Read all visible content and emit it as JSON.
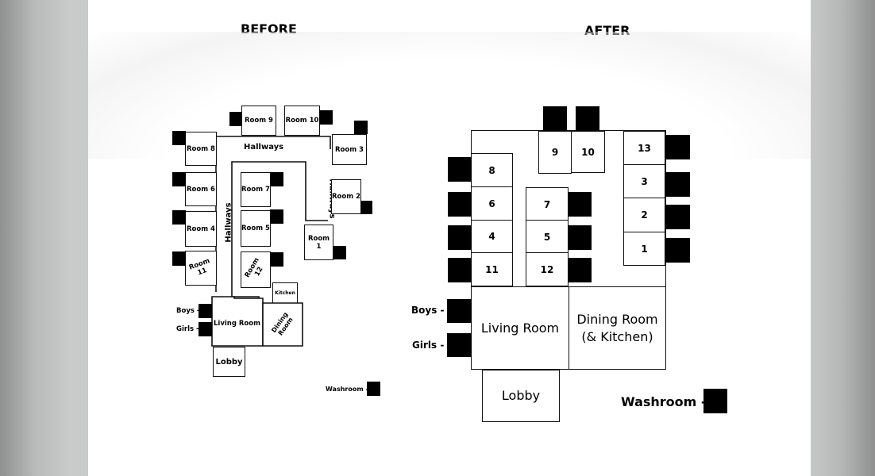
{
  "before": {
    "title": "BEFORE",
    "rooms": {
      "room9": "Room 9",
      "room10": "Room 10",
      "room8": "Room 8",
      "room3": "Room 3",
      "room6": "Room 6",
      "room7": "Room 7",
      "room2": "Room 2",
      "room4": "Room 4",
      "room5": "Room 5",
      "room1": "Room 1",
      "room11": "Room 11",
      "room12": "Room 12",
      "kitchen": "Kitchen",
      "living_room": "Living Room",
      "dining_room": "Dining Room",
      "lobby": "Lobby"
    },
    "hallways_top": "Hallways",
    "hallways_left": "Hallways",
    "hallways_right": "Hallways",
    "boys_label": "Boys -",
    "girls_label": "Girls -",
    "washroom_label": "Washroom -"
  },
  "after": {
    "title": "AFTER",
    "rooms": {
      "r9": "9",
      "r10": "10",
      "r13": "13",
      "r8": "8",
      "r3": "3",
      "r6": "6",
      "r7": "7",
      "r2": "2",
      "r4": "4",
      "r5": "5",
      "r1": "1",
      "r11": "11",
      "r12": "12",
      "living_room": "Living Room",
      "dining_room_line1": "Dining Room",
      "dining_room_line2": "(& Kitchen)",
      "lobby": "Lobby"
    },
    "boys_label": "Boys -",
    "girls_label": "Girls -",
    "washroom_label": "Washroom -"
  },
  "colors": {
    "washroom": "#000000",
    "wall": "#111111",
    "background": "#ffffff"
  }
}
